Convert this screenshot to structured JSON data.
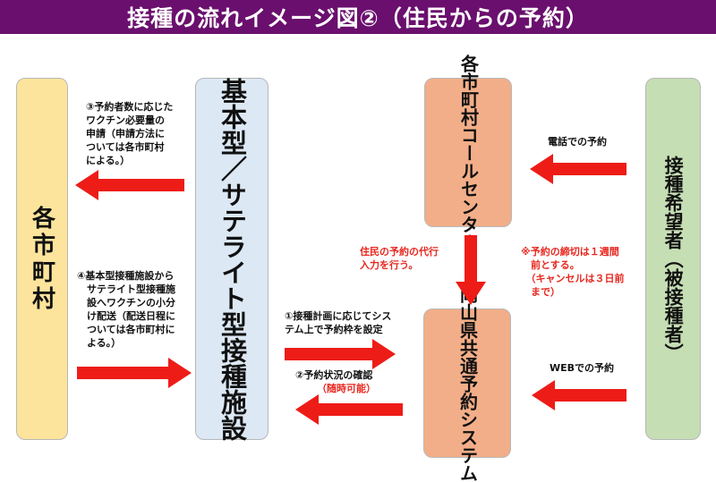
{
  "title": "接種の流れイメージ図②（住民からの予約）",
  "boxes": {
    "municipality": "各市町村",
    "base_facility": "基本型／サテライト型接種施設",
    "call_center": "各市町村コールセンター",
    "okayama_system": "岡山県共通予約システム",
    "applicant": "接種希望者（被接種者）"
  },
  "notes": {
    "request": "③予約者数に応じた\nワクチン必要量の\n申請（申請方法に\nついては各市町村\nによる。）",
    "distribution": "④基本型接種施設から\n　サテライト型接種施\n　設へワクチンの小分\n　け配送（配送日程に\n　ついては各市町村に\n　よる。）",
    "phone_booking": "電話での予約",
    "proxy_entry": "住民の予約の代行\n入力を行う。",
    "deadline": "※予約の締切は１週間\n　前とする。\n　（キャンセルは３日前\n　まで）",
    "plan_slots": "①接種計画に応じてシス\nテム上で予約枠を設定",
    "check_status": "②予約状況の確認",
    "anytime": "（随時可能）",
    "web_booking": "WEBでの予約"
  },
  "colors": {
    "title_bg": "#6a0f6e",
    "arrow": "#ee1c17",
    "municipality_fill": "#fde49c",
    "base_fill": "#dce8f4",
    "call_center_fill": "#f2ae88",
    "system_fill": "#f2ae88",
    "applicant_fill": "#c6deb4",
    "note_red": "#e8271f"
  }
}
